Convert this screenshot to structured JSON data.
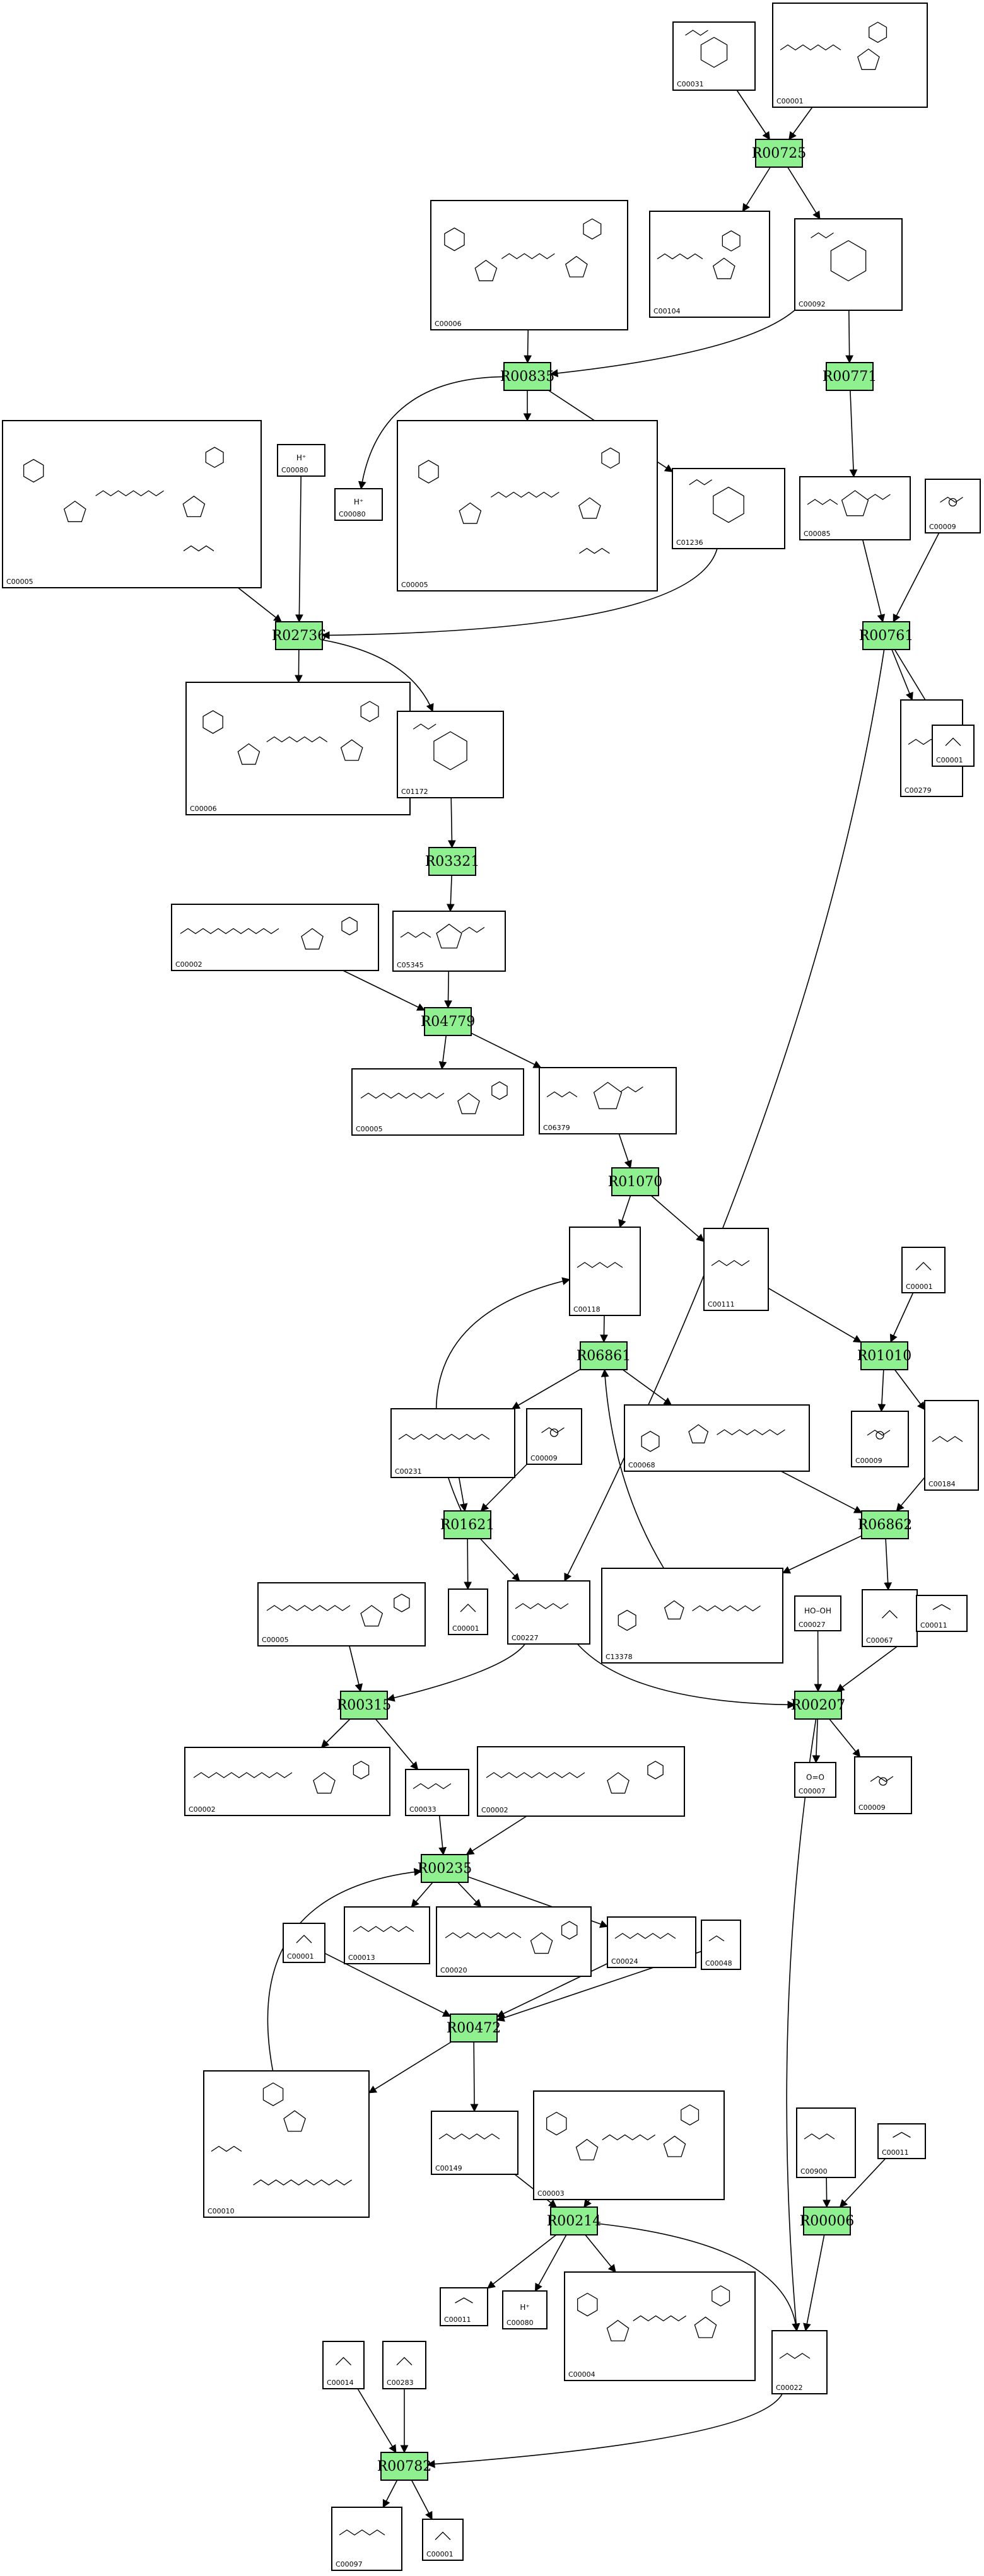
{
  "colors": {
    "reaction_fill": "#8ff08f",
    "line": "#000000",
    "background": "#ffffff"
  },
  "reactions": [
    {
      "id": "R00725",
      "label": "R00725"
    },
    {
      "id": "R00835",
      "label": "R00835"
    },
    {
      "id": "R00771",
      "label": "R00771"
    },
    {
      "id": "R02736",
      "label": "R02736"
    },
    {
      "id": "R00761",
      "label": "R00761"
    },
    {
      "id": "R03321",
      "label": "R03321"
    },
    {
      "id": "R04779",
      "label": "R04779"
    },
    {
      "id": "R01070",
      "label": "R01070"
    },
    {
      "id": "R06861",
      "label": "R06861"
    },
    {
      "id": "R01010",
      "label": "R01010"
    },
    {
      "id": "R01621",
      "label": "R01621"
    },
    {
      "id": "R06862",
      "label": "R06862"
    },
    {
      "id": "R00315",
      "label": "R00315"
    },
    {
      "id": "R00207",
      "label": "R00207"
    },
    {
      "id": "R00235",
      "label": "R00235"
    },
    {
      "id": "R00472",
      "label": "R00472"
    },
    {
      "id": "R00214",
      "label": "R00214"
    },
    {
      "id": "R00006",
      "label": "R00006"
    },
    {
      "id": "R00782",
      "label": "R00782"
    }
  ],
  "compounds": [
    {
      "key": "c_glc_a",
      "id": "C00031",
      "formula": ""
    },
    {
      "key": "c_imp_a",
      "id": "C00001",
      "formula": ""
    },
    {
      "key": "c_nad_a",
      "id": "C00006",
      "formula": ""
    },
    {
      "key": "c_ido",
      "id": "C00104",
      "formula": ""
    },
    {
      "key": "c_g6p",
      "id": "C00092",
      "formula": ""
    },
    {
      "key": "c_nadp_l",
      "id": "C00005",
      "formula": ""
    },
    {
      "key": "c_h_a",
      "id": "C00080",
      "formula": "H⁺"
    },
    {
      "key": "c_h_b",
      "id": "C00080",
      "formula": "H⁺"
    },
    {
      "key": "c_nadp_m",
      "id": "C00005",
      "formula": ""
    },
    {
      "key": "c_6pgl",
      "id": "C01236",
      "formula": ""
    },
    {
      "key": "c_f6p",
      "id": "C00085",
      "formula": ""
    },
    {
      "key": "c_pi_a",
      "id": "C00009",
      "formula": ""
    },
    {
      "key": "c_nad_b",
      "id": "C00006",
      "formula": ""
    },
    {
      "key": "c_6pg",
      "id": "C01172",
      "formula": ""
    },
    {
      "key": "c_e4p",
      "id": "C00279",
      "formula": ""
    },
    {
      "key": "c_w_a",
      "id": "C00001",
      "formula": ""
    },
    {
      "key": "c_atp_a",
      "id": "C00002",
      "formula": ""
    },
    {
      "key": "c_r5p",
      "id": "C05345",
      "formula": ""
    },
    {
      "key": "c_adp_a",
      "id": "C00005",
      "formula": ""
    },
    {
      "key": "c_prpp",
      "id": "C06379",
      "formula": ""
    },
    {
      "key": "c_g3p",
      "id": "C00118",
      "formula": ""
    },
    {
      "key": "c_gly",
      "id": "C00111",
      "formula": ""
    },
    {
      "key": "c_w_b",
      "id": "C00001",
      "formula": ""
    },
    {
      "key": "c_x5p",
      "id": "C00231",
      "formula": ""
    },
    {
      "key": "c_pi_b",
      "id": "C00009",
      "formula": ""
    },
    {
      "key": "c_tpp",
      "id": "C00068",
      "formula": ""
    },
    {
      "key": "c_pi_c",
      "id": "C00009",
      "formula": ""
    },
    {
      "key": "c_dha",
      "id": "C00184",
      "formula": ""
    },
    {
      "key": "c_adp_b",
      "id": "C00005",
      "formula": ""
    },
    {
      "key": "c_w_c",
      "id": "C00001",
      "formula": ""
    },
    {
      "key": "c_acp",
      "id": "C00227",
      "formula": ""
    },
    {
      "key": "c_htpp",
      "id": "C13378",
      "formula": ""
    },
    {
      "key": "c_h2o2",
      "id": "C00027",
      "formula": "HO–OH"
    },
    {
      "key": "c_form",
      "id": "C00067",
      "formula": ""
    },
    {
      "key": "c_o2_a",
      "id": "C00011",
      "formula": ""
    },
    {
      "key": "c_atp_b",
      "id": "C00002",
      "formula": ""
    },
    {
      "key": "c_acet",
      "id": "C00033",
      "formula": ""
    },
    {
      "key": "c_atp_c",
      "id": "C00002",
      "formula": ""
    },
    {
      "key": "c_o2_b",
      "id": "C00007",
      "formula": "O=O"
    },
    {
      "key": "c_pi_d",
      "id": "C00009",
      "formula": ""
    },
    {
      "key": "c_ppi",
      "id": "C00013",
      "formula": ""
    },
    {
      "key": "c_amp",
      "id": "C00020",
      "formula": ""
    },
    {
      "key": "c_acoa",
      "id": "C00024",
      "formula": ""
    },
    {
      "key": "c_w_d",
      "id": "C00001",
      "formula": ""
    },
    {
      "key": "c_glyox",
      "id": "C00048",
      "formula": ""
    },
    {
      "key": "c_coa",
      "id": "C00010",
      "formula": ""
    },
    {
      "key": "c_mal",
      "id": "C00149",
      "formula": ""
    },
    {
      "key": "c_nad_c",
      "id": "C00003",
      "formula": ""
    },
    {
      "key": "c_acl",
      "id": "C00900",
      "formula": ""
    },
    {
      "key": "c_co2_c",
      "id": "C00011",
      "formula": ""
    },
    {
      "key": "c_co2_d",
      "id": "C00011",
      "formula": ""
    },
    {
      "key": "c_h_c",
      "id": "C00080",
      "formula": "H⁺"
    },
    {
      "key": "c_nadh",
      "id": "C00004",
      "formula": ""
    },
    {
      "key": "c_pyr",
      "id": "C00022",
      "formula": ""
    },
    {
      "key": "c_nh3",
      "id": "C00014",
      "formula": ""
    },
    {
      "key": "c_h2s",
      "id": "C00283",
      "formula": ""
    },
    {
      "key": "c_cys",
      "id": "C00097",
      "formula": ""
    },
    {
      "key": "c_w_e",
      "id": "C00001",
      "formula": ""
    }
  ]
}
